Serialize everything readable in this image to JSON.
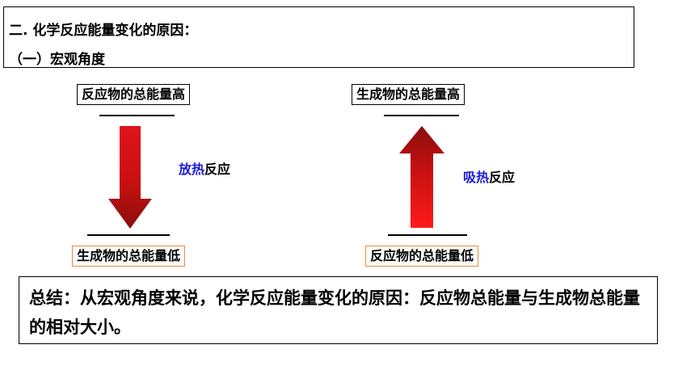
{
  "header": {
    "title": "二. 化学反应能量变化的原因：",
    "subtitle": "（一）宏观角度"
  },
  "left_diagram": {
    "top_label": "反应物的总能量高",
    "bottom_label": "生成物的总能量低",
    "reaction_prefix": "放热",
    "reaction_suffix": "反应",
    "arrow_direction": "down"
  },
  "right_diagram": {
    "top_label": "生成物的总能量高",
    "bottom_label": "反应物的总能量低",
    "reaction_prefix": "吸热",
    "reaction_suffix": "反应",
    "arrow_direction": "up"
  },
  "summary": {
    "text": "总结：从宏观角度来说，化学反应能量变化的原因：反应物总能量与生成物总能量的相对大小。"
  },
  "colors": {
    "accent_blue": "#1a1ad8",
    "arrow_red": "#e0141b",
    "arrow_dark": "#8a0d0d",
    "highlight_box_border": "#f08a3a"
  }
}
